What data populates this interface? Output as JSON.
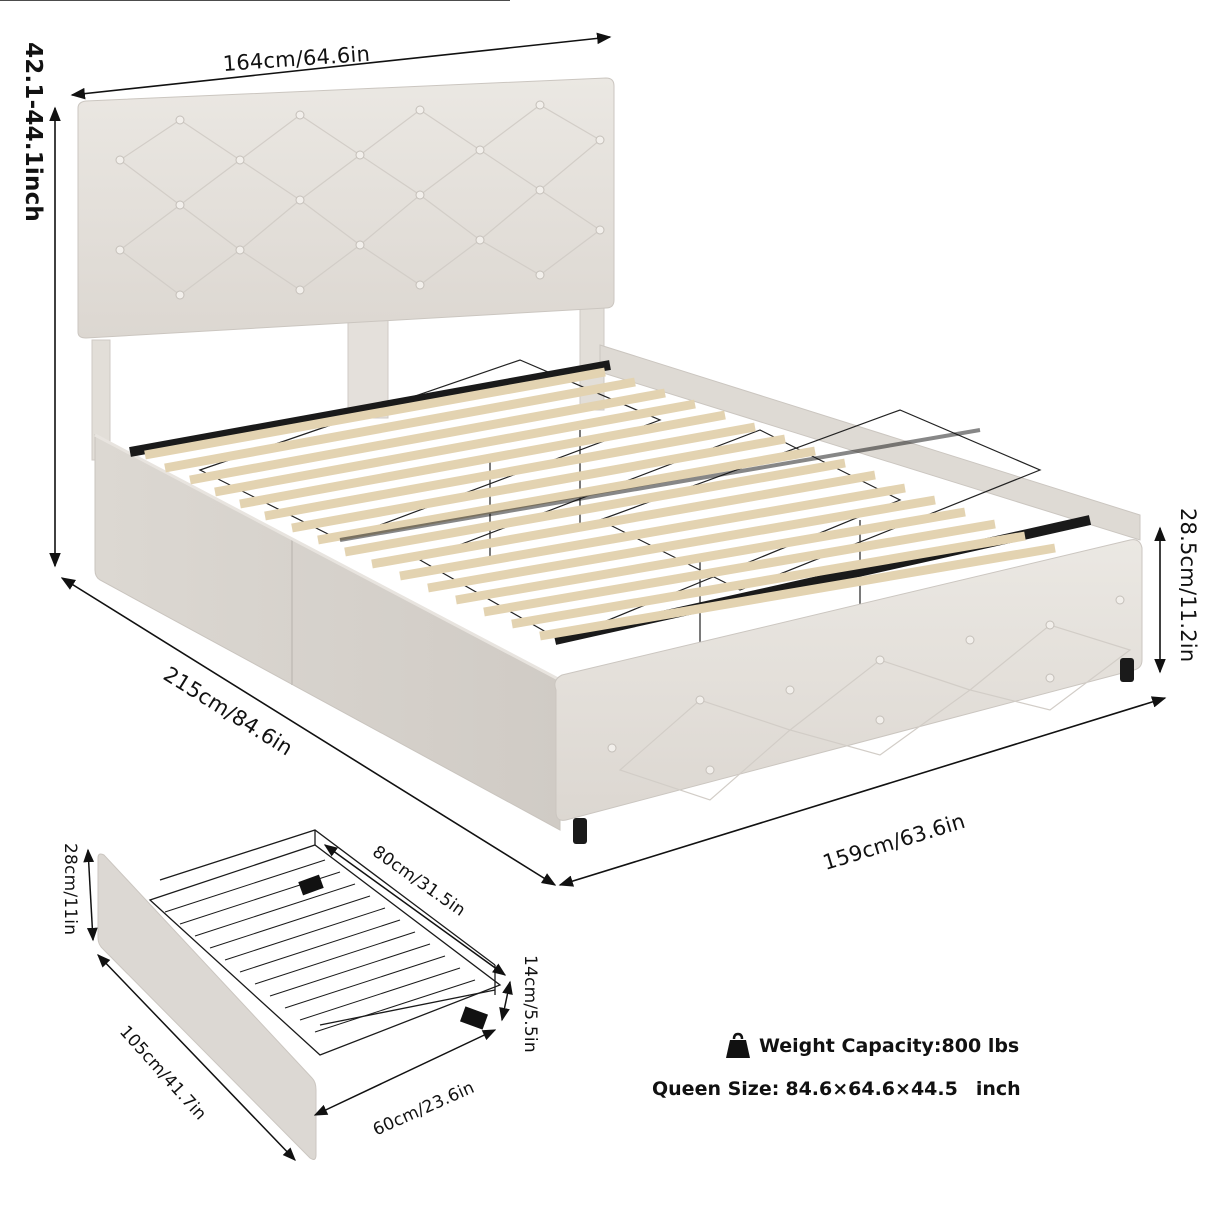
{
  "diagram": {
    "type": "product-dimension-diagram",
    "subject": "Upholstered queen bed frame with tufted headboard and storage drawers",
    "colors": {
      "upholstery": "#e6e2dd",
      "upholstery_shadow": "#cfcac4",
      "slat": "#e3d3b1",
      "metal": "#1a1a1a",
      "dimension_line": "#111111"
    },
    "bed_dimensions": {
      "headboard_width": "164cm/64.6in",
      "headboard_height": "42.1-44.1inch",
      "bed_length": "215cm/84.6in",
      "bed_width": "159cm/63.6in",
      "side_rail_height": "28.5cm/11.2in"
    },
    "drawer_dimensions": {
      "front_height": "28cm/11in",
      "front_length": "105cm/41.7in",
      "basket_length": "80cm/31.5in",
      "basket_width": "60cm/23.6in",
      "basket_height": "14cm/5.5in"
    },
    "specs": {
      "weight_icon": "weight-icon",
      "weight_label": "Weight Capacity:",
      "weight_value": "800 lbs",
      "size_label": "Queen Size:",
      "size_value": "84.6×64.6×44.5",
      "size_unit": "inch"
    }
  }
}
